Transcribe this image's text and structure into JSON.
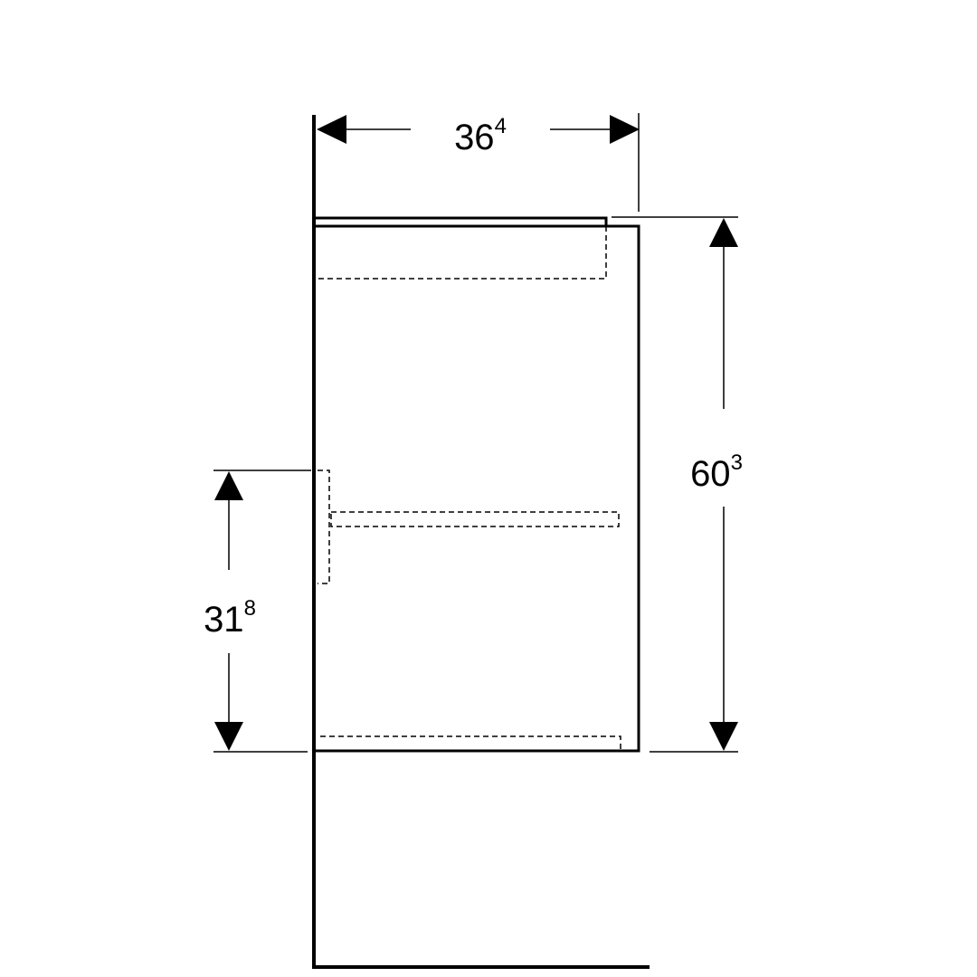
{
  "colors": {
    "stroke": "#000000",
    "background": "#ffffff"
  },
  "dimensions": {
    "width": {
      "main": "36",
      "sup": "4"
    },
    "height": {
      "main": "60",
      "sup": "3"
    },
    "mount_height": {
      "main": "31",
      "sup": "8"
    }
  }
}
